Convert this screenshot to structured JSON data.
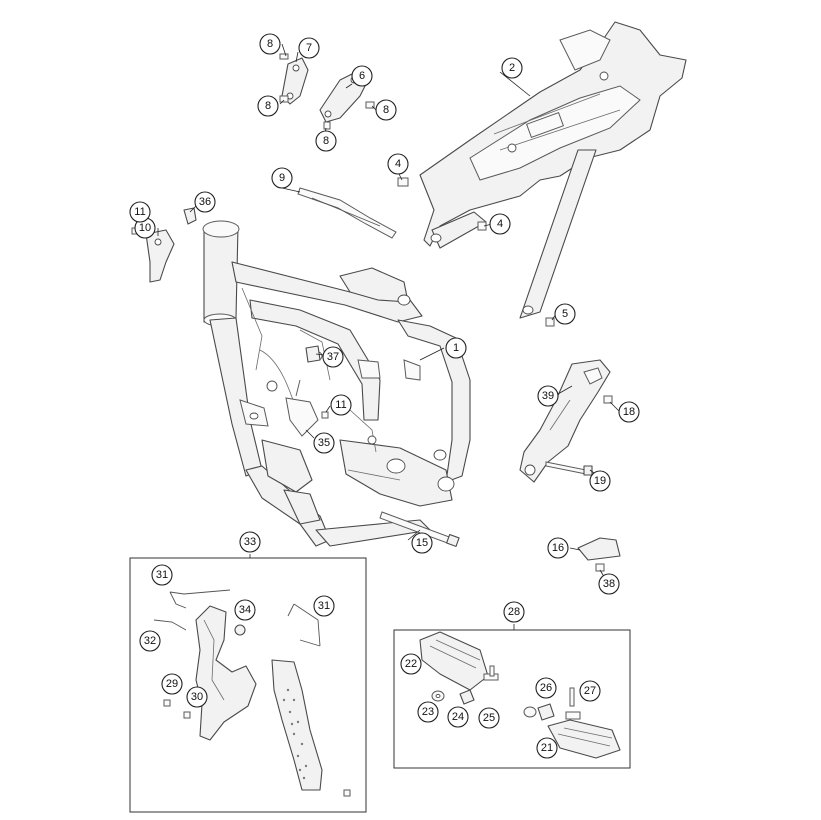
{
  "diagram": {
    "type": "exploded-parts-diagram",
    "callouts": [
      {
        "id": "c1",
        "label": "1"
      },
      {
        "id": "c2",
        "label": "2"
      },
      {
        "id": "c4a",
        "label": "4"
      },
      {
        "id": "c4b",
        "label": "4"
      },
      {
        "id": "c5",
        "label": "5"
      },
      {
        "id": "c6",
        "label": "6"
      },
      {
        "id": "c7",
        "label": "7"
      },
      {
        "id": "c8a",
        "label": "8"
      },
      {
        "id": "c8b",
        "label": "8"
      },
      {
        "id": "c8c",
        "label": "8"
      },
      {
        "id": "c8d",
        "label": "8"
      },
      {
        "id": "c9",
        "label": "9"
      },
      {
        "id": "c10",
        "label": "10"
      },
      {
        "id": "c11a",
        "label": "11"
      },
      {
        "id": "c11b",
        "label": "11"
      },
      {
        "id": "c15",
        "label": "15"
      },
      {
        "id": "c16",
        "label": "16"
      },
      {
        "id": "c18",
        "label": "18"
      },
      {
        "id": "c19",
        "label": "19"
      },
      {
        "id": "c21",
        "label": "21"
      },
      {
        "id": "c22",
        "label": "22"
      },
      {
        "id": "c23",
        "label": "23"
      },
      {
        "id": "c24",
        "label": "24"
      },
      {
        "id": "c25",
        "label": "25"
      },
      {
        "id": "c26",
        "label": "26"
      },
      {
        "id": "c27",
        "label": "27"
      },
      {
        "id": "c28",
        "label": "28"
      },
      {
        "id": "c29",
        "label": "29"
      },
      {
        "id": "c30",
        "label": "30"
      },
      {
        "id": "c31a",
        "label": "31"
      },
      {
        "id": "c31b",
        "label": "31"
      },
      {
        "id": "c32",
        "label": "32"
      },
      {
        "id": "c33",
        "label": "33"
      },
      {
        "id": "c34",
        "label": "34"
      },
      {
        "id": "c35",
        "label": "35"
      },
      {
        "id": "c36",
        "label": "36"
      },
      {
        "id": "c37",
        "label": "37"
      },
      {
        "id": "c38",
        "label": "38"
      },
      {
        "id": "c39",
        "label": "39"
      }
    ]
  }
}
